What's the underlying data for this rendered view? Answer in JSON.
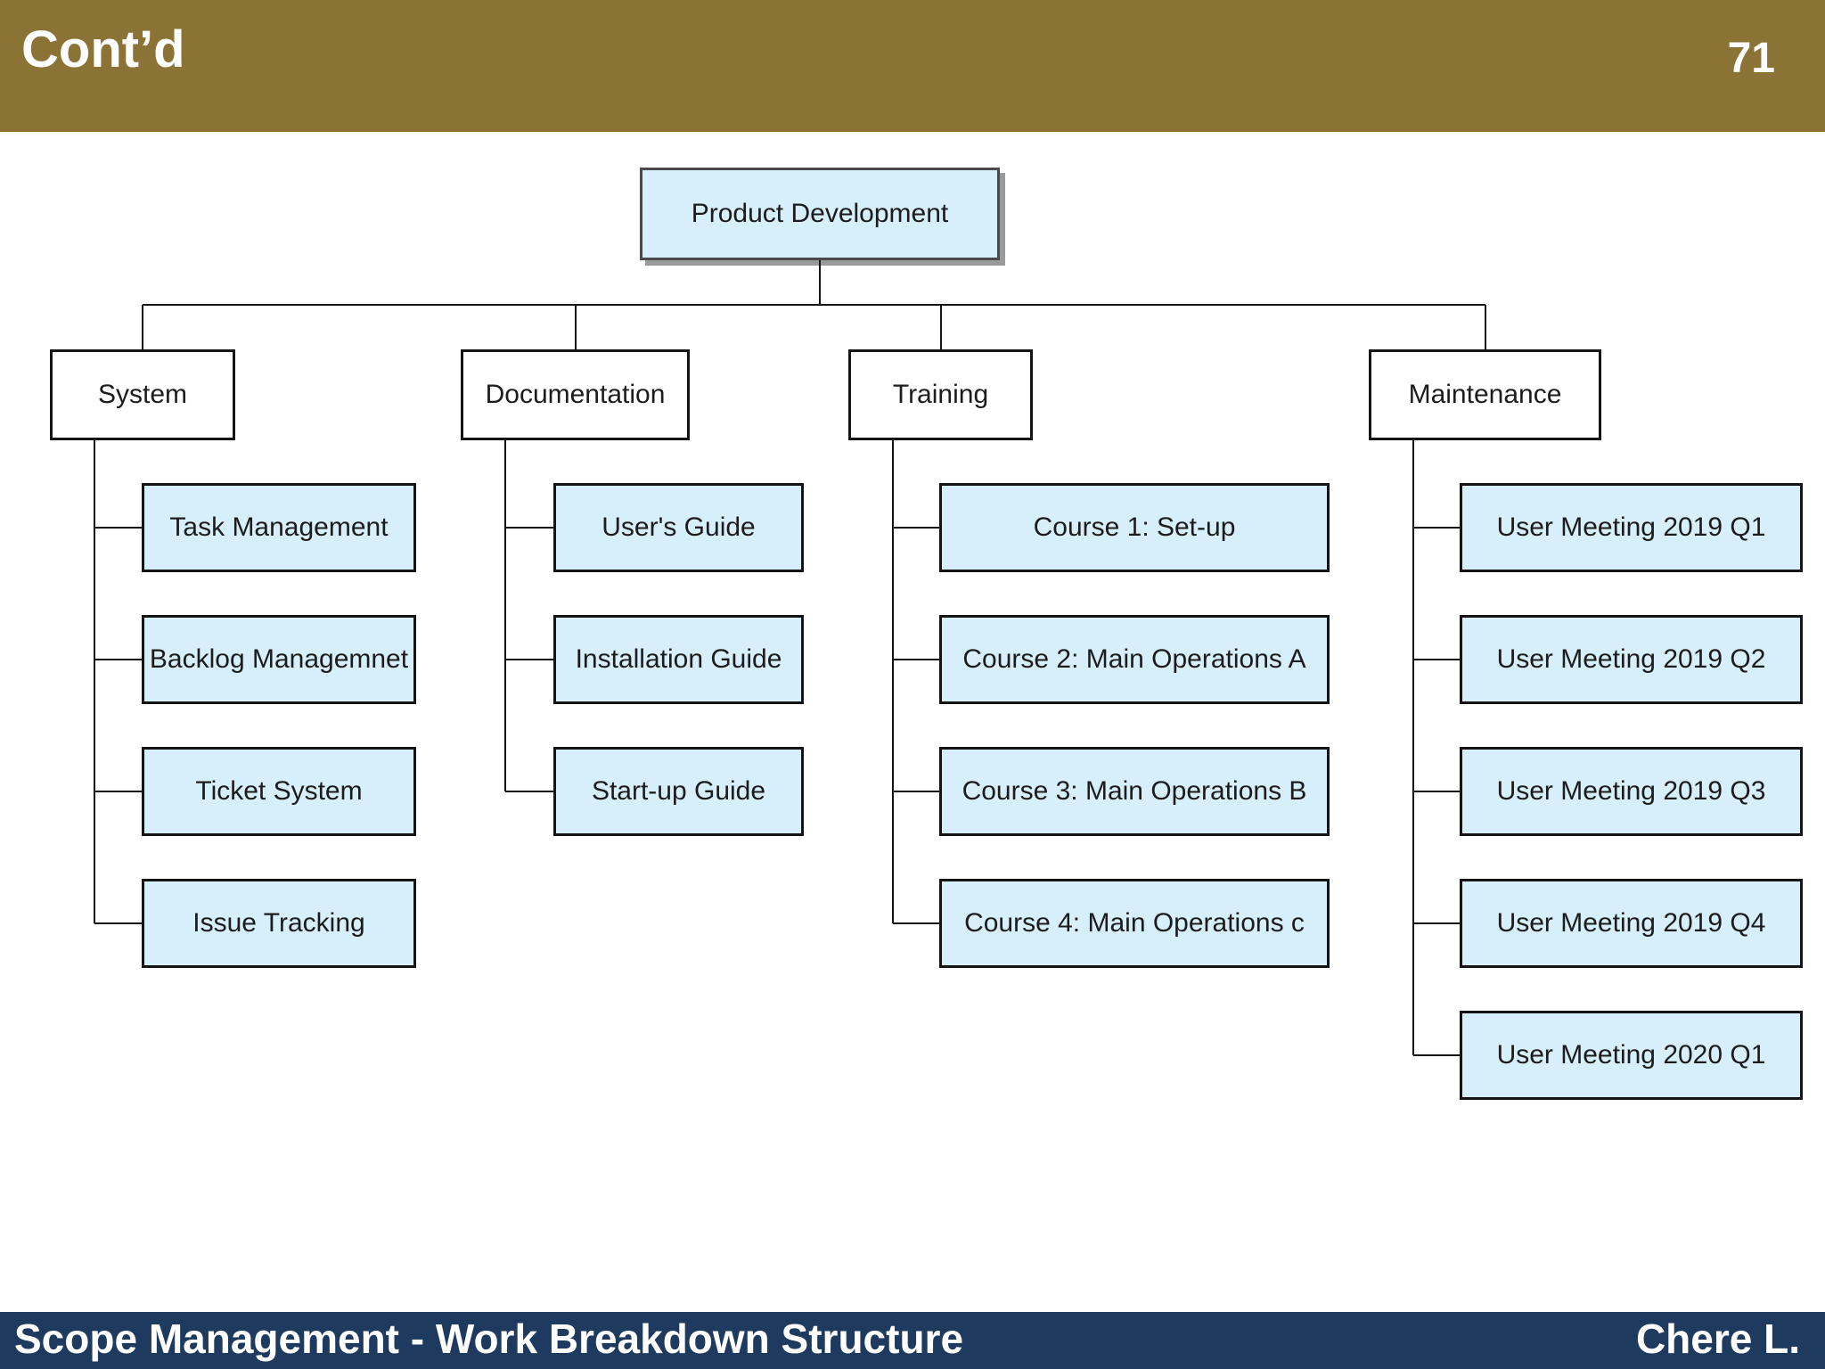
{
  "slide": {
    "header": {
      "title": "Cont’d",
      "page_number": "71"
    },
    "footer": {
      "left_text": "Scope Management - Work Breakdown Structure",
      "right_text": "Chere L."
    }
  },
  "colors": {
    "header_bg": "#8A7334",
    "footer_bg": "#1E3A5E",
    "node_fill": "#D6EFFA",
    "node_border": "#141414",
    "root_border": "#4A4A4A",
    "line": "#141414",
    "text": "#1C1C1C"
  },
  "diagram": {
    "root": {
      "label": "Product Development"
    },
    "columns": [
      {
        "label": "System",
        "children": [
          "Task Management",
          "Backlog Managemnet",
          "Ticket System",
          "Issue Tracking"
        ]
      },
      {
        "label": "Documentation",
        "children": [
          "User's Guide",
          "Installation Guide",
          "Start-up Guide"
        ]
      },
      {
        "label": "Training",
        "children": [
          "Course 1: Set-up",
          "Course 2: Main Operations A",
          "Course 3: Main Operations B",
          "Course 4: Main Operations c"
        ]
      },
      {
        "label": "Maintenance",
        "children": [
          "User Meeting 2019 Q1",
          "User Meeting 2019 Q2",
          "User Meeting 2019 Q3",
          "User Meeting 2019 Q4",
          "User Meeting 2020 Q1"
        ]
      }
    ]
  }
}
